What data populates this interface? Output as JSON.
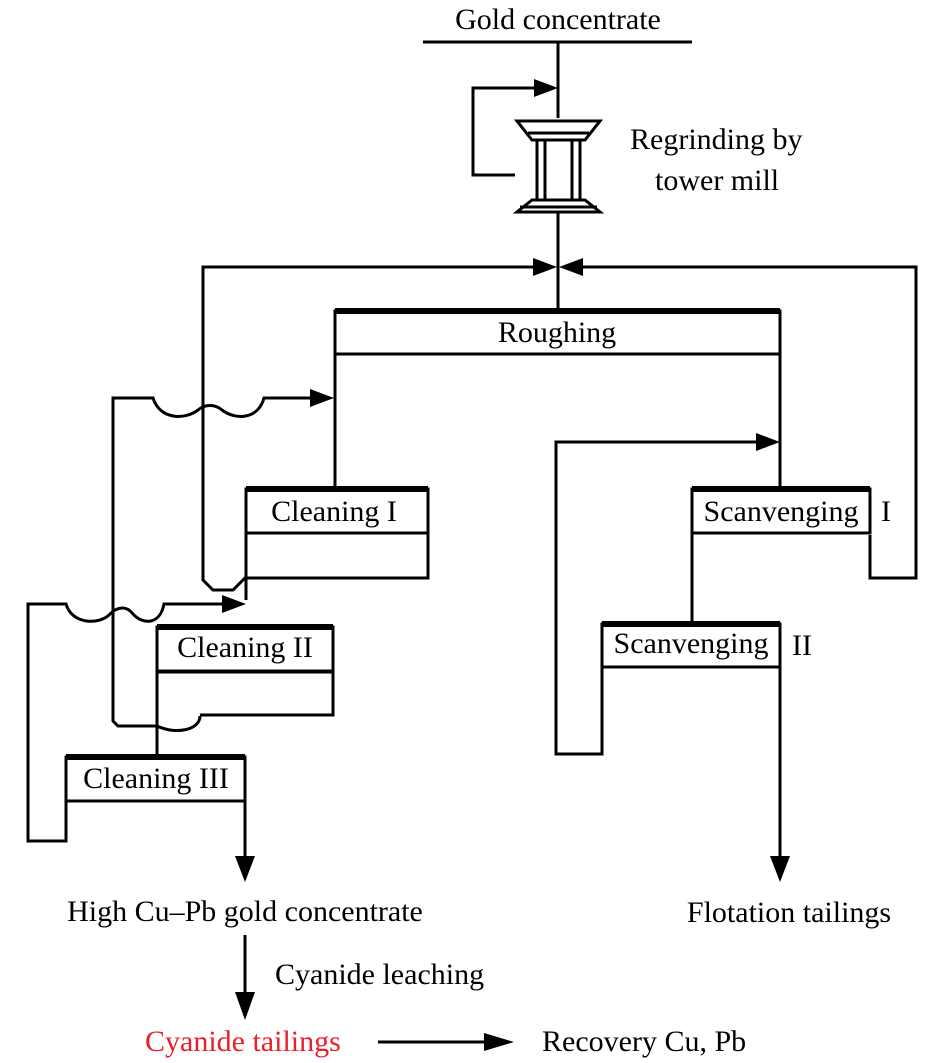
{
  "feed": "Gold concentrate",
  "regrinding": {
    "line1": "Regrinding by",
    "line2": "tower mill"
  },
  "stages": {
    "roughing": "Roughing",
    "cleaning_1": "Cleaning I",
    "cleaning_2": "Cleaning II",
    "cleaning_3": "Cleaning III",
    "scavenging_1_name": "Scanvenging",
    "scavenging_1_num": "I",
    "scavenging_2_name": "Scanvenging",
    "scavenging_2_num": "II"
  },
  "products": {
    "concentrate": "High Cu–Pb gold concentrate",
    "tailings": "Flotation tailings",
    "leach_step": "Cyanide leaching",
    "cyanide_tailings": "Cyanide tailings",
    "recovery": "Recovery Cu, Pb"
  },
  "colors": {
    "line": "#000000",
    "highlight": "#e8202a"
  }
}
